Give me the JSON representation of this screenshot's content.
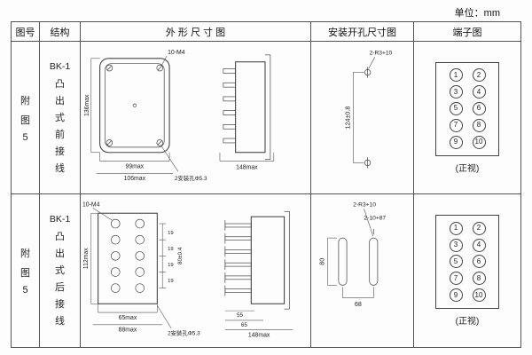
{
  "page": {
    "unit_label": "单位：mm"
  },
  "headers": {
    "fig_no": "图号",
    "structure": "结构",
    "outline": "外 形 尺 寸 图",
    "install": "安装开孔尺寸图",
    "terminal": "端子图"
  },
  "row1": {
    "fig_chars": [
      "附",
      "图",
      "5"
    ],
    "model": "BK-1",
    "structure_chars": [
      "凸",
      "出",
      "式",
      "前",
      "接",
      "线"
    ],
    "front_view": {
      "thread_label": "10-M4",
      "height_label": "136max",
      "width_label_inner": "99max",
      "width_label_outer": "106max",
      "hole_label": "2安装孔Φ5.3"
    },
    "side_view": {
      "depth_label": "148max"
    },
    "install": {
      "hole_label": "2-R3+10",
      "pitch_label": "124±0.8"
    },
    "terminal": {
      "nums": [
        "1",
        "2",
        "3",
        "4",
        "5",
        "6",
        "7",
        "8",
        "9",
        "10"
      ],
      "caption": "(正视)"
    }
  },
  "row2": {
    "fig_chars": [
      "附",
      "图",
      "5"
    ],
    "model": "BK-1",
    "structure_chars": [
      "凸",
      "出",
      "式",
      "后",
      "接",
      "线"
    ],
    "rear_view": {
      "thread_label": "10-M4",
      "height_label": "112max",
      "pitch_labels": [
        "19",
        "19",
        "19",
        "19"
      ],
      "col_label": "80±0.4",
      "width_label_inner": "65max",
      "width_label_outer": "88max",
      "hole_label": "2安装孔Φ5.3"
    },
    "side_view": {
      "dim_a": "55",
      "dim_b": "65",
      "depth_label": "148max"
    },
    "install": {
      "hole_label": "2-R3+10",
      "slot_label": "2-10+87",
      "height_label": "80",
      "width_label": "68"
    },
    "terminal": {
      "nums": [
        "1",
        "2",
        "3",
        "4",
        "5",
        "6",
        "7",
        "8",
        "9",
        "10"
      ],
      "caption": "(正视)"
    }
  }
}
